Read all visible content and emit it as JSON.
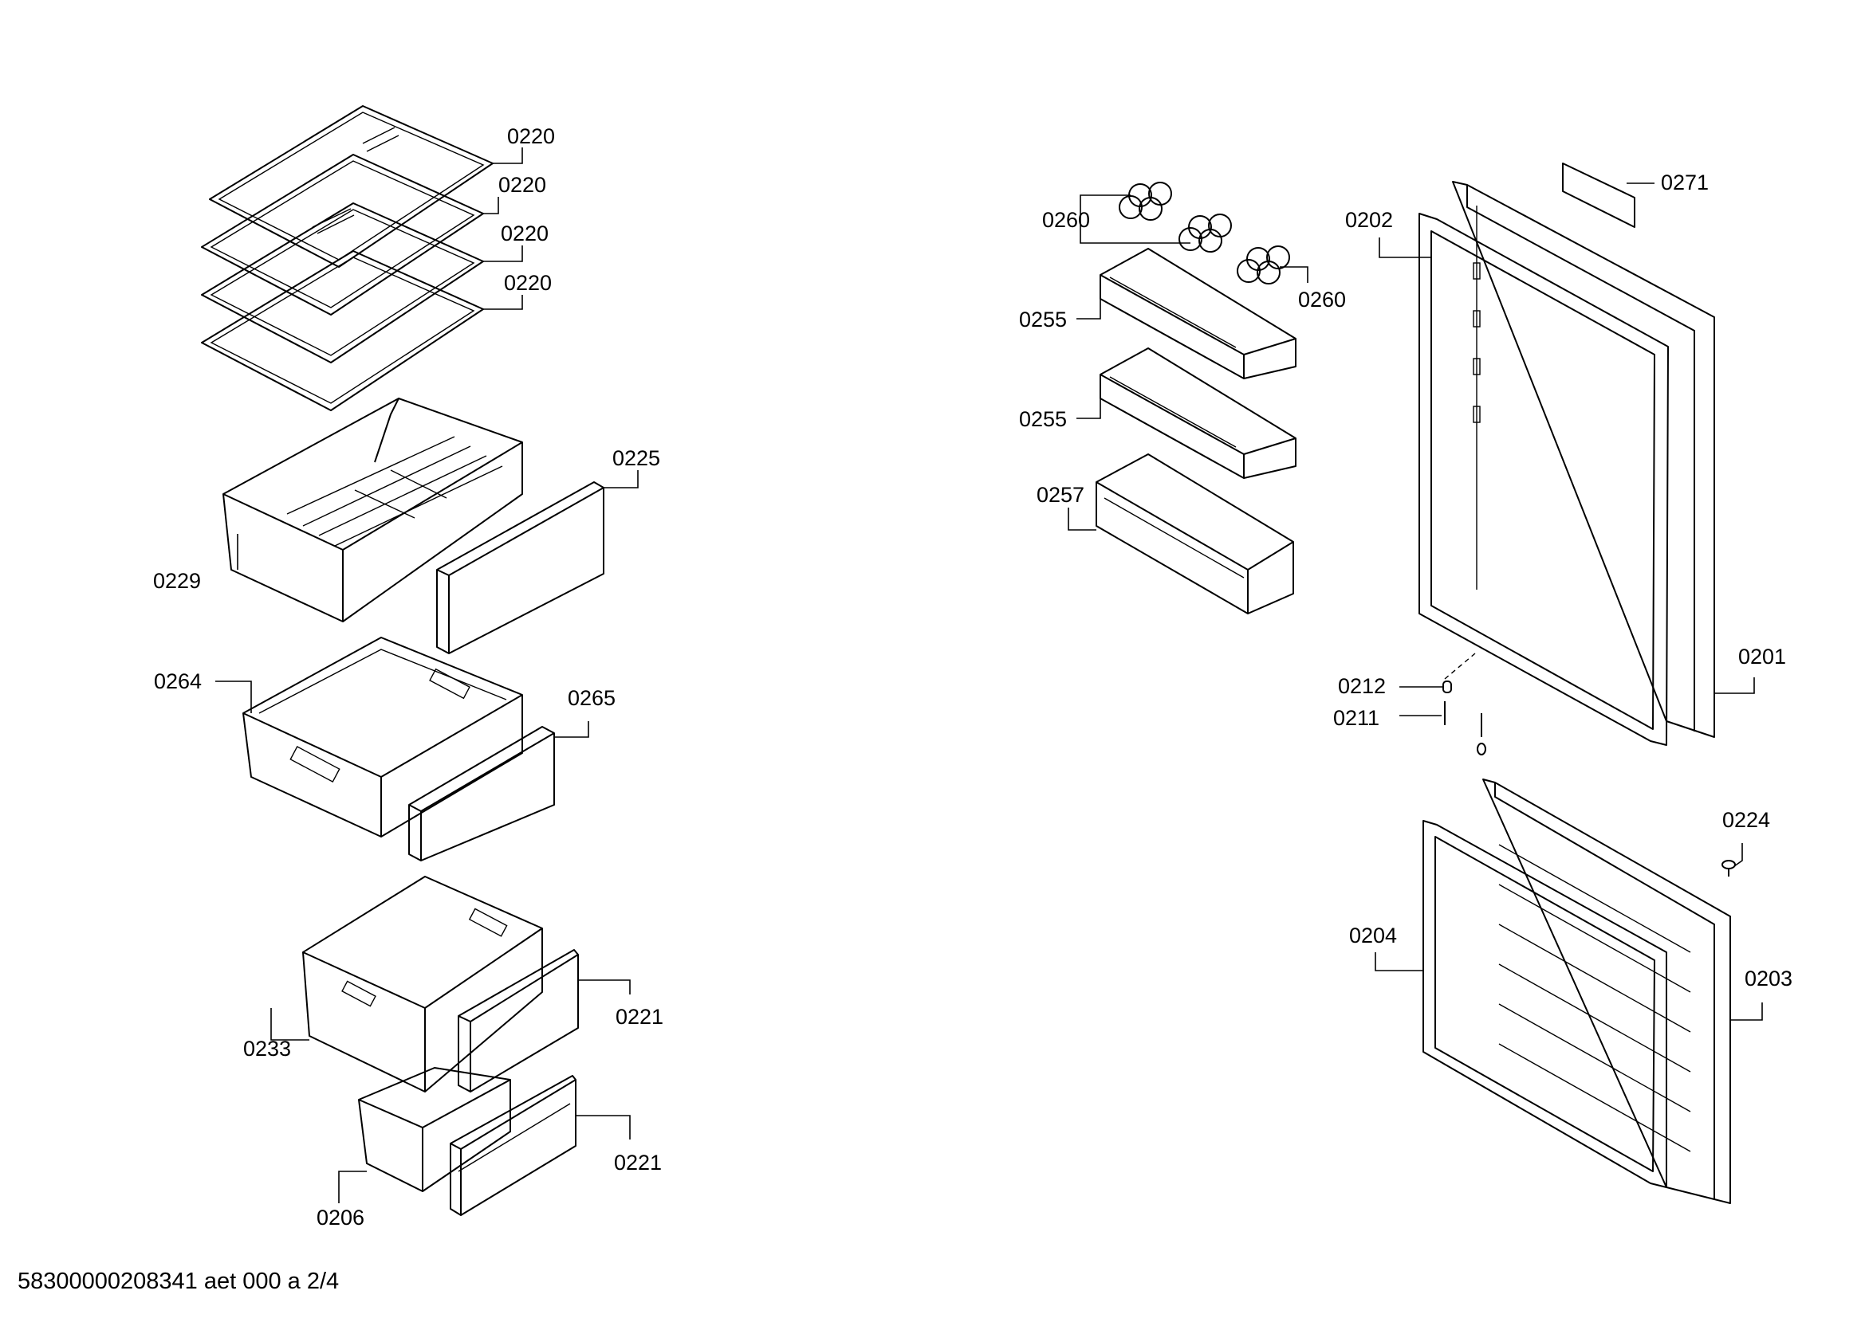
{
  "labels": {
    "shelf_1": "0220",
    "shelf_2": "0220",
    "shelf_3": "0220",
    "shelf_4": "0220",
    "drawer_front_upper": "0225",
    "drawer_upper": "0229",
    "drawer_middle": "0264",
    "drawer_front_middle": "0265",
    "drawer_lower": "0233",
    "drawer_front_lower": "0221",
    "drawer_bottom": "0206",
    "drawer_front_bottom": "0221",
    "egg_tray_1": "0260",
    "egg_tray_2": "0260",
    "door_shelf_1": "0255",
    "door_shelf_2": "0255",
    "door_shelf_3": "0257",
    "gasket_upper": "0202",
    "door_label": "0271",
    "door_upper": "0201",
    "bushing": "0212",
    "pin": "0211",
    "cap": "0224",
    "gasket_lower": "0204",
    "door_lower": "0203"
  },
  "footer": "58300000208341 aet 000 a 2/4"
}
